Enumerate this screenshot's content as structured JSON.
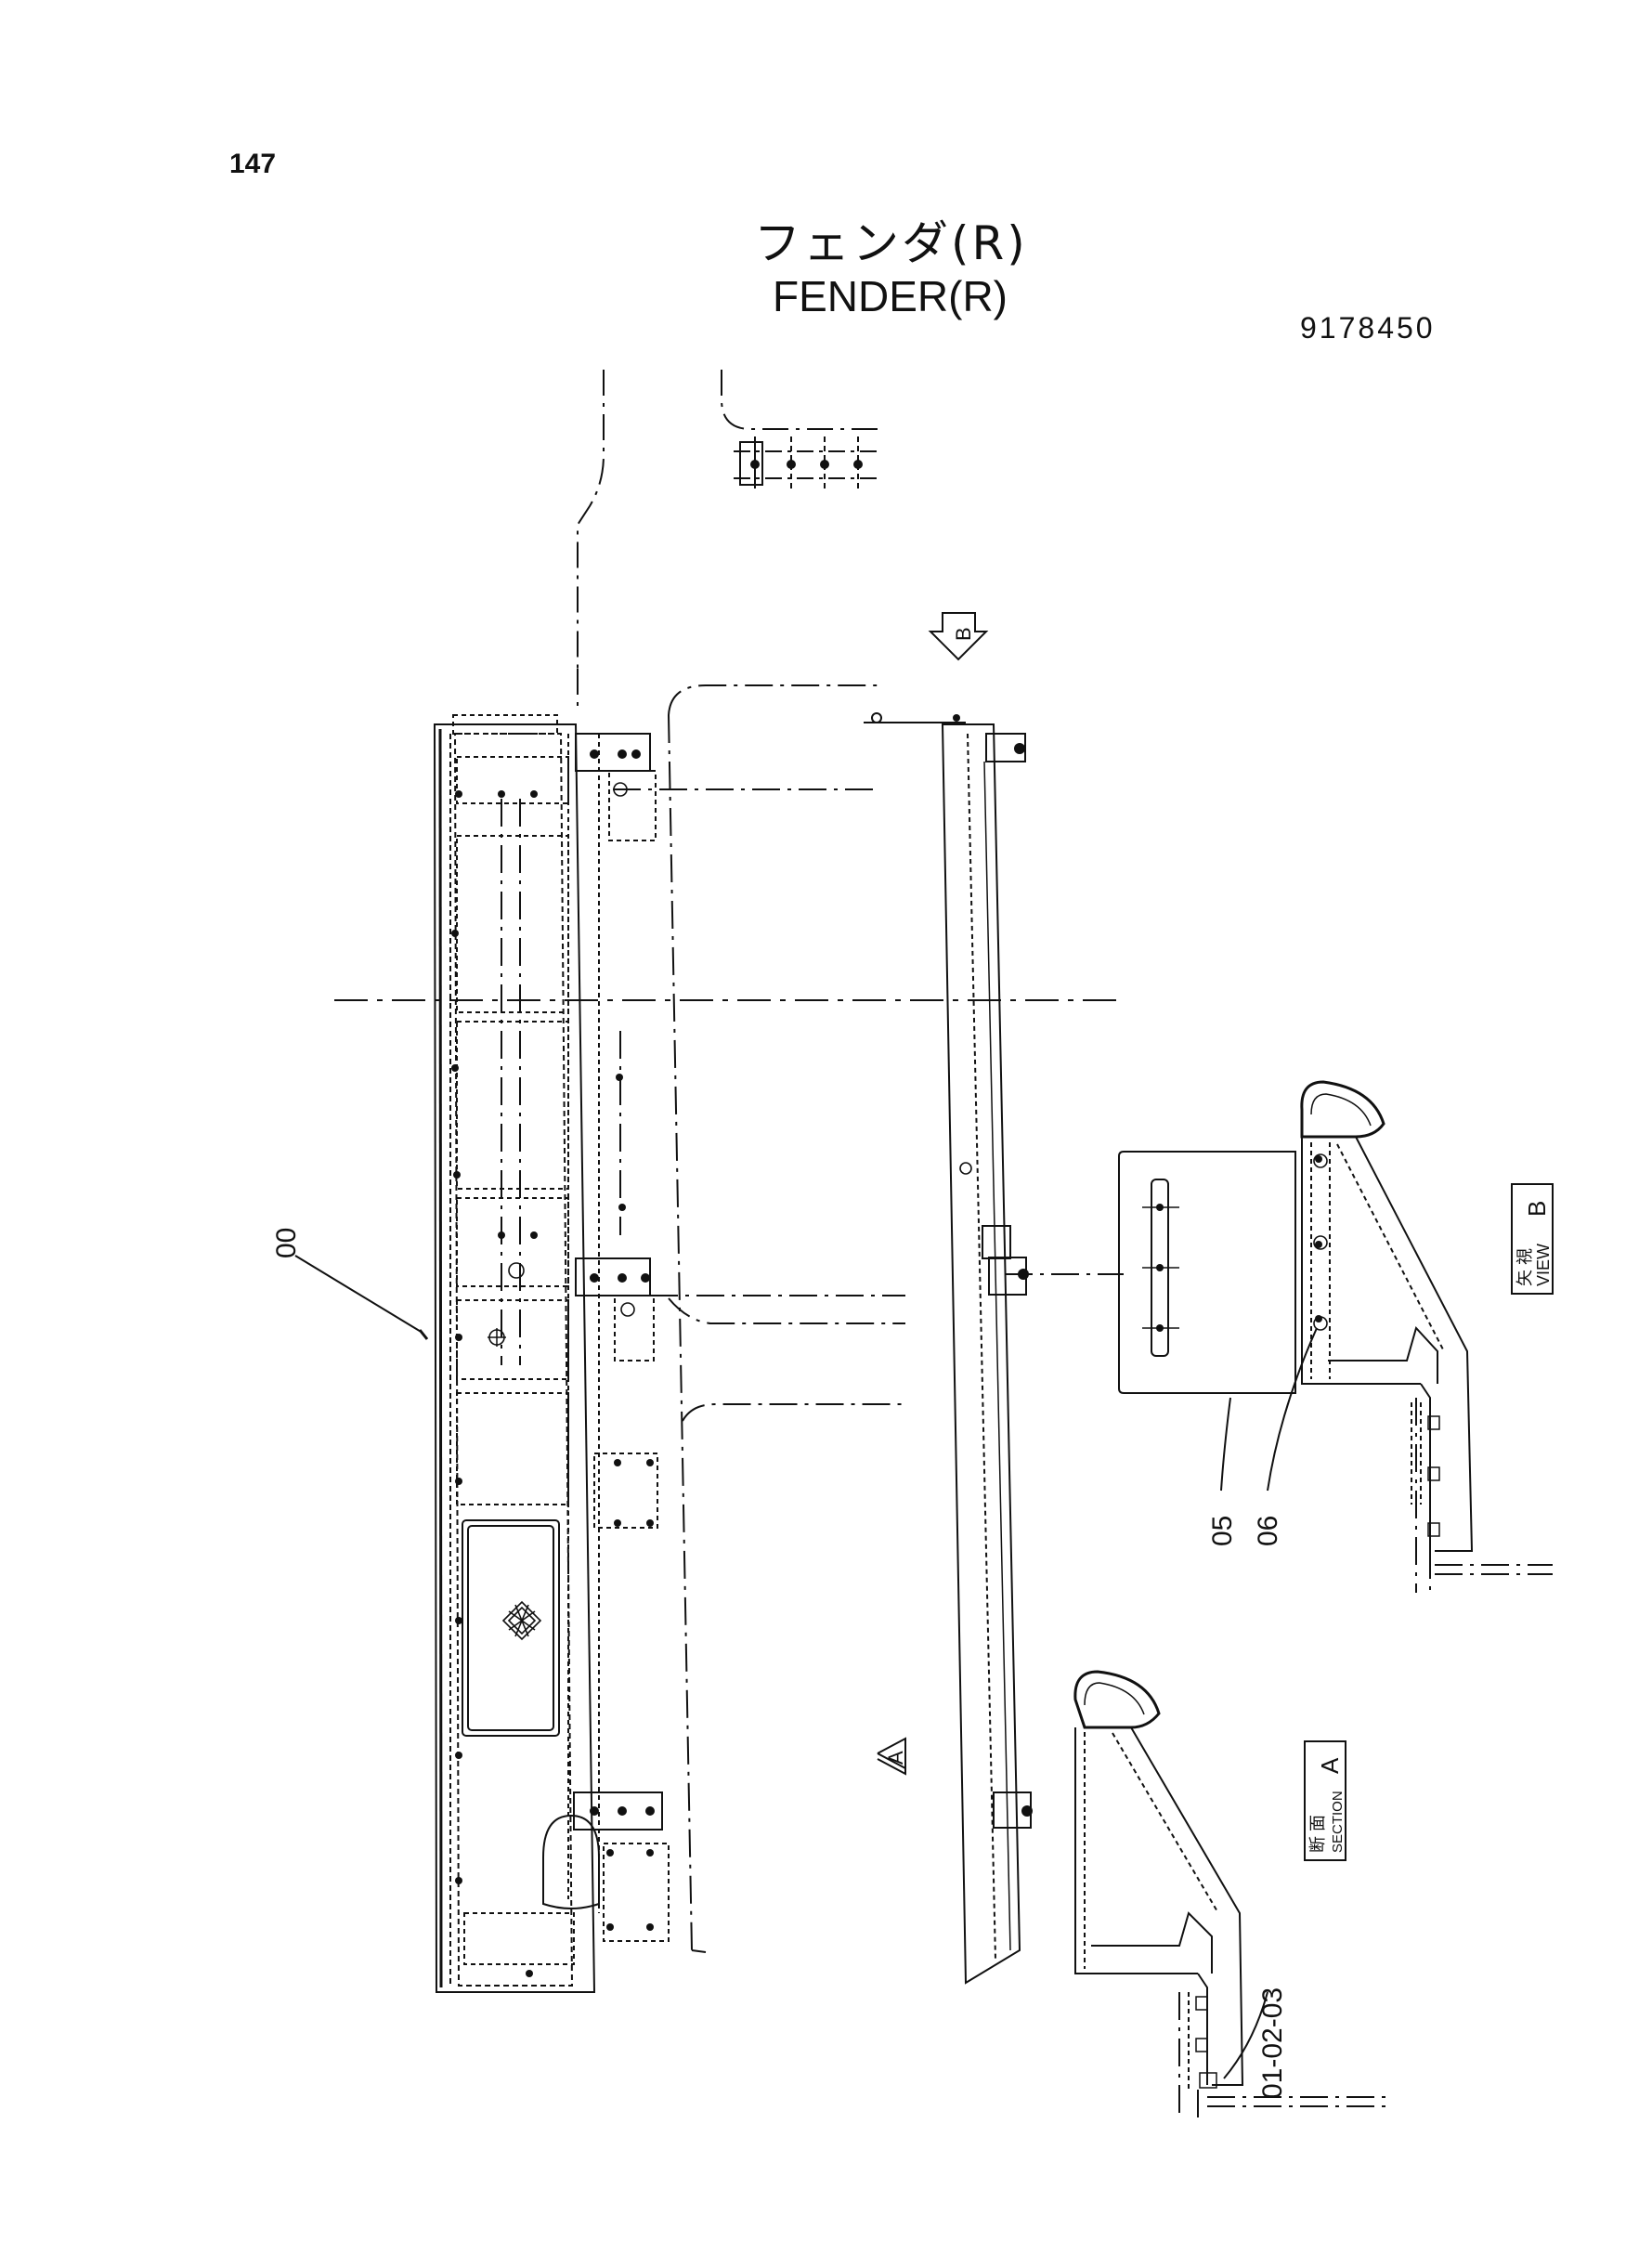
{
  "page_number": "147",
  "title_jp": "フェンダ(R)",
  "title_en": "FENDER(R)",
  "part_number": "9178450",
  "callouts": {
    "c00": "00",
    "c05": "05",
    "c06": "06",
    "c0102": "01-02-03"
  },
  "view_markers": {
    "b": "B",
    "a": "A"
  },
  "view_b_label": {
    "jp": "矢 視",
    "en": "VIEW",
    "letter": "B"
  },
  "section_a_label": {
    "jp": "断 面",
    "en": "SECTION",
    "letter": "A"
  }
}
